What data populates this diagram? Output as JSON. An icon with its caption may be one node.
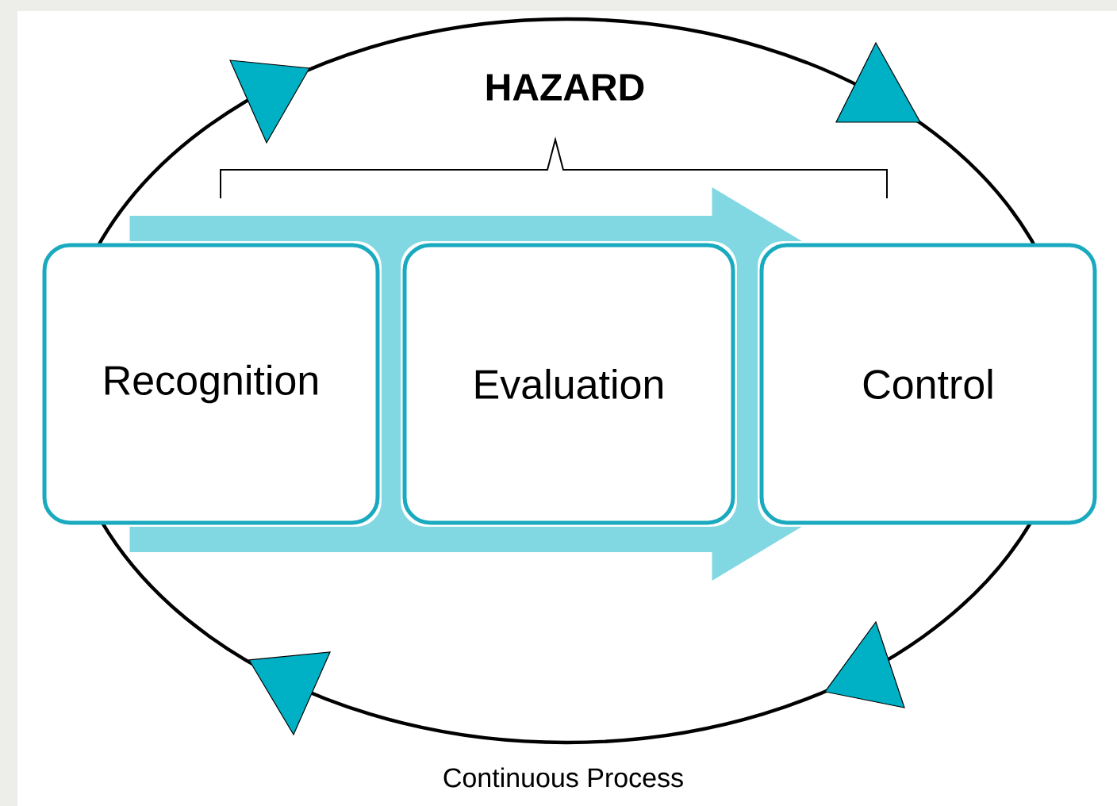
{
  "diagram": {
    "nodes": [
      {
        "text": [
          "Recognition"
        ]
      },
      {
        "text": [
          "Evaluation"
        ]
      },
      {
        "text": [
          "Control"
        ]
      }
    ],
    "edges": [
      {
        "from": 0,
        "to": 2,
        "arrow": "to"
      }
    ],
    "labels": [
      "HAZARD",
      "Continuous Process"
    ]
  }
}
